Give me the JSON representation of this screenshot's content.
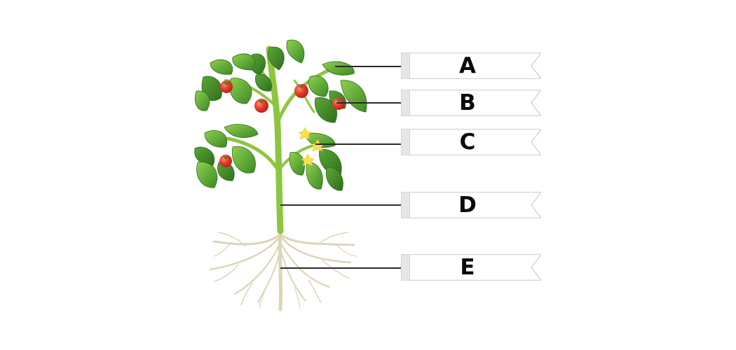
{
  "diagram": {
    "labels": [
      {
        "id": "A",
        "text": "A",
        "points_to": "leaf"
      },
      {
        "id": "B",
        "text": "B",
        "points_to": "fruit"
      },
      {
        "id": "C",
        "text": "C",
        "points_to": "flower"
      },
      {
        "id": "D",
        "text": "D",
        "points_to": "stem"
      },
      {
        "id": "E",
        "text": "E",
        "points_to": "root"
      }
    ]
  },
  "colors": {
    "leaf_dark": "#3f8a2a",
    "leaf_light": "#6fbb3c",
    "stem": "#8cc63f",
    "fruit": "#e53a2b",
    "flower": "#f7e04a",
    "root": "#e3dcc2",
    "tag_border": "#d6d6d6"
  }
}
